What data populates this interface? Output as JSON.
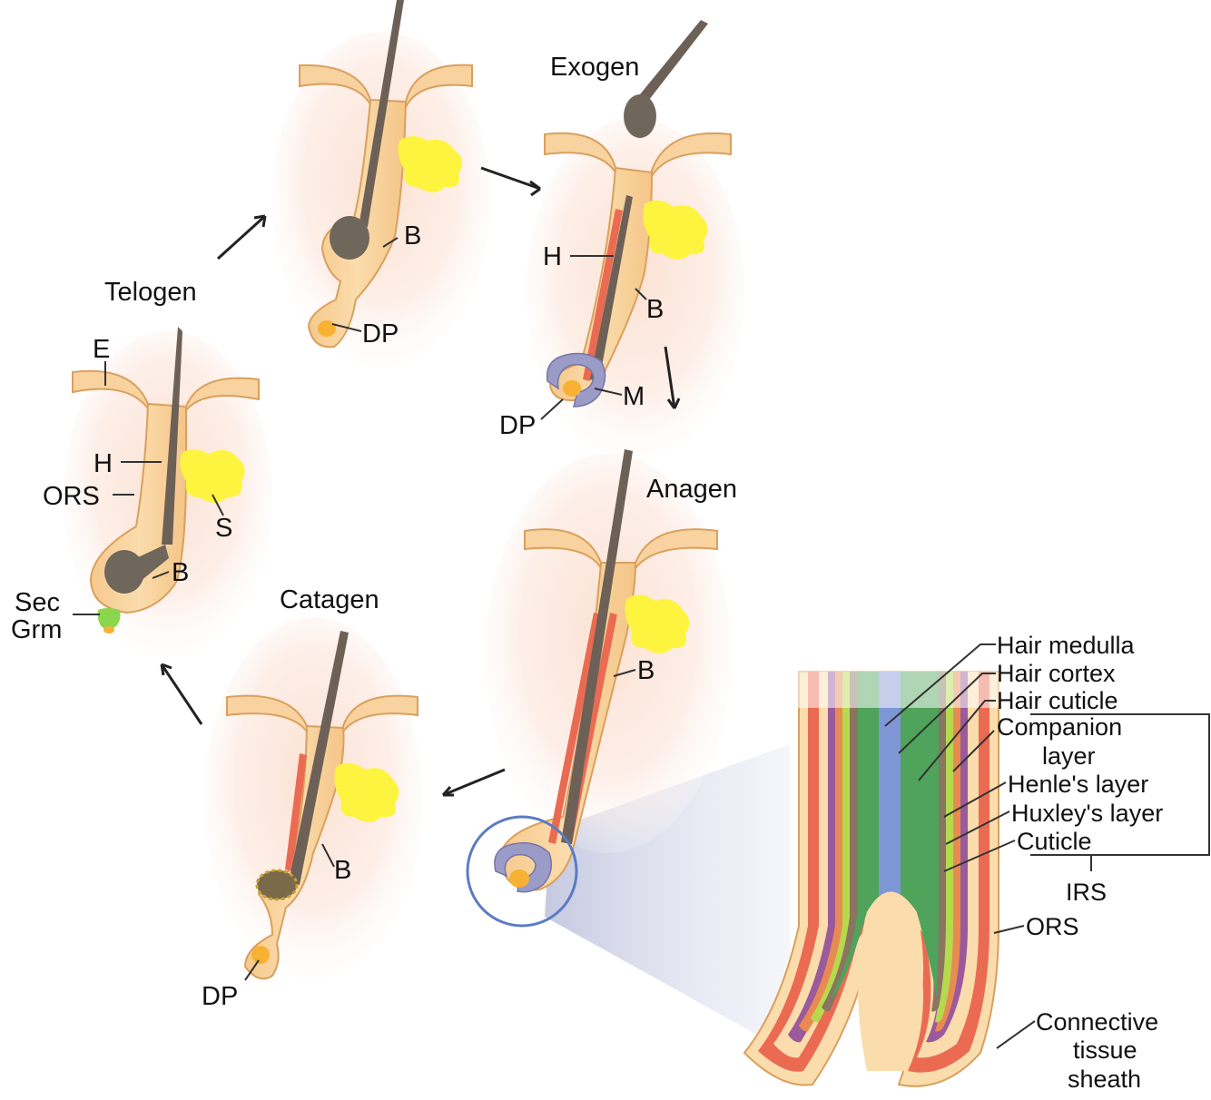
{
  "stages": {
    "exogen": "Exogen",
    "telogen": "Telogen",
    "anagen": "Anagen",
    "catagen": "Catagen"
  },
  "telogen_labels": {
    "e": "E",
    "h": "H",
    "ors": "ORS",
    "s": "S",
    "b": "B",
    "sec": "Sec",
    "grm": "Grm"
  },
  "early_anagen_labels": {
    "b": "B",
    "dp": "DP"
  },
  "exogen_labels": {
    "h": "H",
    "b": "B",
    "m": "M",
    "dp": "DP"
  },
  "anagen_labels": {
    "b": "B"
  },
  "catagen_labels": {
    "b": "B",
    "dp": "DP"
  },
  "zoom_labels": {
    "hair_medulla": "Hair medulla",
    "hair_cortex": "Hair cortex",
    "hair_cuticle": "Hair cuticle",
    "companion_1": "Companion",
    "companion_2": "layer",
    "henle": "Henle's layer",
    "huxley": "Huxley's layer",
    "cuticle": "Cuticle",
    "irs": "IRS",
    "ors": "ORS",
    "connective_1": "Connective",
    "connective_2": "tissue",
    "connective_3": "sheath"
  },
  "colors": {
    "skin": "#f9d7a4",
    "skin_outline": "#d9a05e",
    "hair_shaft": "#6d6157",
    "hair_bulb": "#6f665c",
    "sebaceous_gland": "#fdf43f",
    "dermal_papilla": "#f7b233",
    "matrix": "#9b9bc7",
    "secondary_germ": "#8cd64d",
    "irs_red": "#ea6b52",
    "medulla_blue": "#7f96d6",
    "cortex_green": "#4fa35a",
    "cuticle_lime": "#b6d94e",
    "companion_purple": "#9a5a9c"
  }
}
